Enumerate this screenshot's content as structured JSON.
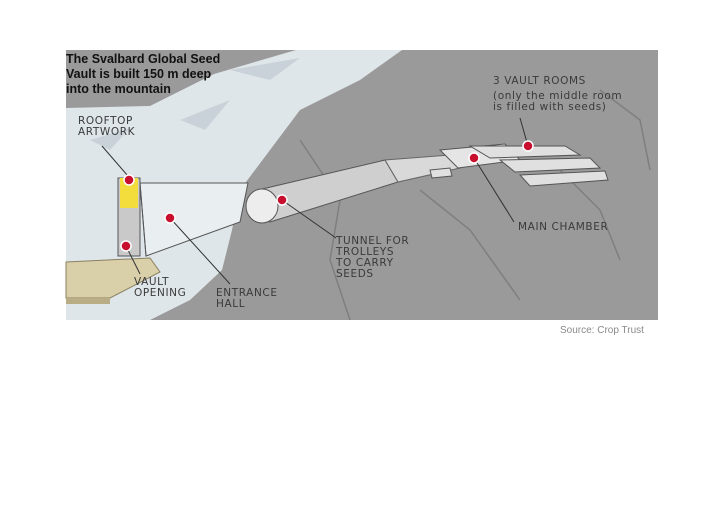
{
  "title_lines": [
    "The Svalbard Global Seed",
    "Vault is built 150 m deep",
    "into the mountain"
  ],
  "labels": {
    "rooftop_artwork": [
      "ROOFTOP",
      "ARTWORK"
    ],
    "vault_opening": [
      "VAULT",
      "OPENING"
    ],
    "entrance_hall": [
      "ENTRANCE",
      "HALL"
    ],
    "tunnel": [
      "TUNNEL FOR",
      "TROLLEYS",
      "TO CARRY",
      "SEEDS"
    ],
    "main_chamber": [
      "MAIN CHAMBER"
    ],
    "vault_rooms": [
      "3 VAULT ROOMS"
    ],
    "vault_rooms_note": [
      "(only the middle room",
      "is filled with seeds)"
    ]
  },
  "source": "Source: Crop Trust",
  "colors": {
    "rock": "#9a9a9a",
    "snow": "#dfe6ea",
    "marker": "#c8102e",
    "artwork": "#f2dd3c",
    "ground": "#d9cfa9"
  }
}
